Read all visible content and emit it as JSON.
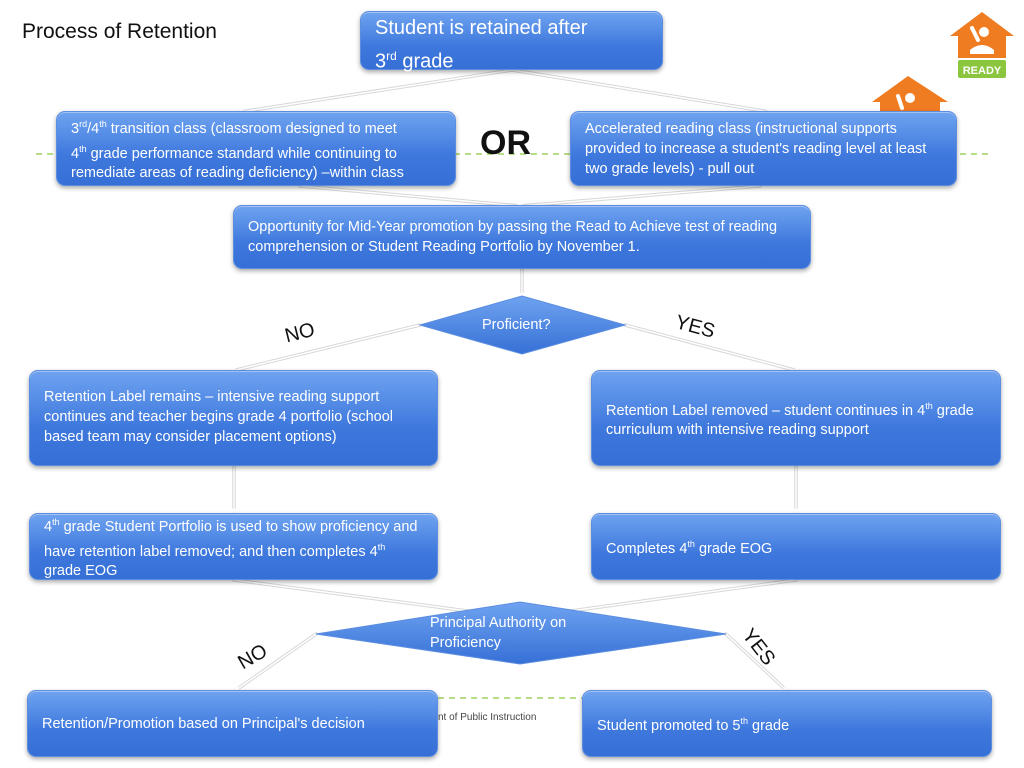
{
  "title": "Process of Retention",
  "or_label": "OR",
  "top_box": {
    "line1": "Student is retained after",
    "line2_pre": "3",
    "line2_sup": "rd",
    "line2_post": " grade"
  },
  "transition_box": {
    "p1": "3",
    "p1_sup": "rd",
    "p2": "/4",
    "p2_sup": "th",
    "p3": " transition class (classroom designed to meet",
    "p4": "4",
    "p4_sup": "th",
    "p5": " grade performance standard while continuing to remediate areas of reading deficiency) –within class"
  },
  "accelerated_box": "Accelerated reading class (instructional supports provided to increase a student's reading level at least two grade levels) - pull out",
  "midyear_box": "Opportunity for Mid-Year promotion by passing the Read to Achieve test of reading comprehension or Student Reading Portfolio by November 1.",
  "diamond1": "Proficient?",
  "no_label": "NO",
  "yes_label": "YES",
  "label_remains_box": "Retention Label remains – intensive reading support continues and  teacher begins grade 4 portfolio (school based team may consider placement options)",
  "label_removed_box": {
    "pre": "Retention Label removed – student continues in 4",
    "sup": "th",
    "post": " grade curriculum with intensive reading support"
  },
  "portfolio_box": {
    "pre": "4",
    "sup": "th",
    "post": " grade Student Portfolio is used to show proficiency and have retention label removed; and then completes 4",
    "sup2": "th",
    "post2": " grade EOG"
  },
  "eog_box": {
    "pre": "Completes 4",
    "sup": "th",
    "post": " grade EOG"
  },
  "diamond2": {
    "line1": "Principal Authority on",
    "line2": "Proficiency"
  },
  "principal_box": "Retention/Promotion based on Principal's decision",
  "promoted_box": {
    "pre": "Student promoted to 5",
    "sup": "th",
    "post": " grade"
  },
  "footer_text": "nt of Public Instruction",
  "logo_text": "READY",
  "colors": {
    "box": "#3e78dd",
    "diamond": "#3a74dc",
    "logo": "#f07c22",
    "logo_badge": "#8cc63f",
    "dashed": "#8cc63f"
  }
}
